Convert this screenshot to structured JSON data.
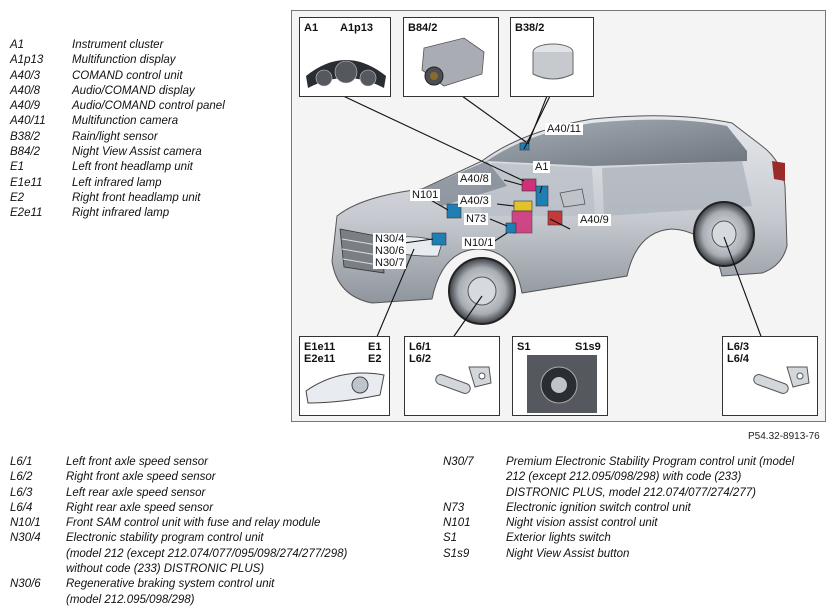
{
  "legend_top": [
    {
      "code": "A1",
      "desc": "Instrument cluster"
    },
    {
      "code": "A1p13",
      "desc": "Multifunction display"
    },
    {
      "code": "A40/3",
      "desc": "COMAND control unit"
    },
    {
      "code": "A40/8",
      "desc": "Audio/COMAND display"
    },
    {
      "code": "A40/9",
      "desc": "Audio/COMAND control panel"
    },
    {
      "code": "A40/11",
      "desc": "Multifunction camera"
    },
    {
      "code": "B38/2",
      "desc": "Rain/light sensor"
    },
    {
      "code": "B84/2",
      "desc": "Night View Assist camera"
    },
    {
      "code": "E1",
      "desc": "Left front headlamp unit"
    },
    {
      "code": "E1e11",
      "desc": "Left infrared lamp"
    },
    {
      "code": "E2",
      "desc": "Right front headlamp unit"
    },
    {
      "code": "E2e11",
      "desc": "Right infrared lamp"
    }
  ],
  "legend_bottom_left": [
    {
      "code": "L6/1",
      "desc": "Left front axle speed sensor"
    },
    {
      "code": "L6/2",
      "desc": "Right front axle speed sensor"
    },
    {
      "code": "L6/3",
      "desc": "Left rear axle speed sensor"
    },
    {
      "code": "L6/4",
      "desc": "Right rear axle speed sensor"
    },
    {
      "code": "N10/1",
      "desc": "Front SAM control unit with fuse and relay module"
    },
    {
      "code": "N30/4",
      "desc": "Electronic stability program control unit"
    },
    {
      "code": "",
      "desc": "(model 212 (except 212.074/077/095/098/274/277/298)"
    },
    {
      "code": "",
      "desc": "without code (233) DISTRONIC PLUS)"
    },
    {
      "code": "N30/6",
      "desc": "Regenerative braking system control unit"
    },
    {
      "code": "",
      "desc": "(model 212.095/098/298)"
    }
  ],
  "legend_bottom_right": [
    {
      "code": "N30/7",
      "desc": "Premium Electronic Stability Program control unit (model"
    },
    {
      "code": "",
      "desc": "212 (except 212.095/098/298) with code (233)"
    },
    {
      "code": "",
      "desc": "DISTRONIC PLUS, model 212.074/077/274/277)"
    },
    {
      "code": "N73",
      "desc": "Electronic ignition switch control unit"
    },
    {
      "code": "N101",
      "desc": "Night vision assist control unit"
    },
    {
      "code": "S1",
      "desc": "Exterior lights switch"
    },
    {
      "code": "S1s9",
      "desc": "Night View Assist button"
    }
  ],
  "boxes": {
    "a1": {
      "l1": "A1",
      "l2": "A1p13"
    },
    "b84": {
      "l1": "B84/2"
    },
    "b38": {
      "l1": "B38/2"
    },
    "e": {
      "l1": "E1e11",
      "l2": "E2e11",
      "r1": "E1",
      "r2": "E2"
    },
    "l6f": {
      "l1": "L6/1",
      "l2": "L6/2"
    },
    "s1": {
      "l1": "S1",
      "r1": "S1s9"
    },
    "l6r": {
      "l1": "L6/3",
      "l2": "L6/4"
    }
  },
  "callouts": {
    "a40_11": "A40/11",
    "a1": "A1",
    "a40_8": "A40/8",
    "n101": "N101",
    "a40_3": "A40/3",
    "n73": "N73",
    "a40_9": "A40/9",
    "n10_1": "N10/1",
    "n30_4": "N30/4",
    "n30_6": "N30/6",
    "n30_7": "N30/7"
  },
  "figure_ref": "P54.32-8913-76",
  "colors": {
    "component_blue": "#1f7fb4",
    "component_pink": "#d0307a",
    "component_red": "#c23a3a",
    "component_yellow": "#e2c22a",
    "car_silver": "#c9cdd3"
  }
}
